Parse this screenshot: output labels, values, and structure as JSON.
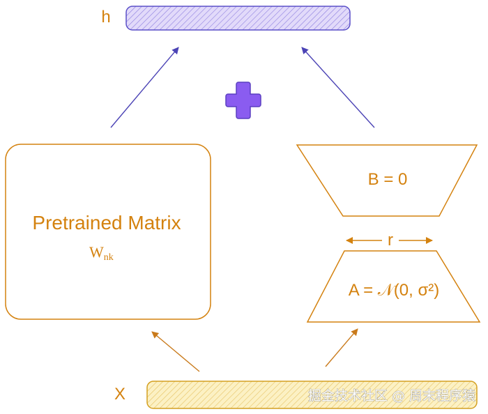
{
  "colors": {
    "orange": "#d4820f",
    "purple_stroke": "#5a4fc8",
    "purple_fill": "#8a5cf0",
    "h_fill": "#d8cff7",
    "x_fill": "#fbedb4",
    "arrow_purple": "#4b43b5",
    "arrow_orange": "#c97a1b"
  },
  "labels": {
    "h": "h",
    "x": "X",
    "pretrained_title": "Pretrained Matrix",
    "pretrained_weight": "W",
    "pretrained_weight_sub": "nk",
    "b_eq": "B = 0",
    "a_eq": "A = 𝒩(0, σ²)",
    "rank": "r"
  },
  "icons": {
    "plus": "plus-icon"
  },
  "watermark": "掘金技术社区 @ 周末程序猿"
}
